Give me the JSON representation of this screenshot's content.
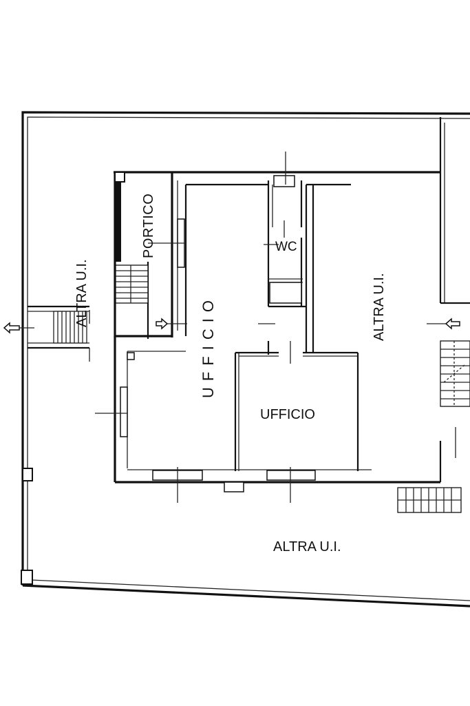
{
  "labels": {
    "portico": "PORTICO",
    "wc": "WC",
    "ufficio_vertical": "UFFICIO",
    "ufficio_room": "UFFICIO",
    "altra_left": "ALTRA U.I.",
    "altra_right": "ALTRA U.I.",
    "altra_bottom": "ALTRA U.I."
  },
  "colors": {
    "ink": "#111111",
    "paper": "#ffffff"
  }
}
